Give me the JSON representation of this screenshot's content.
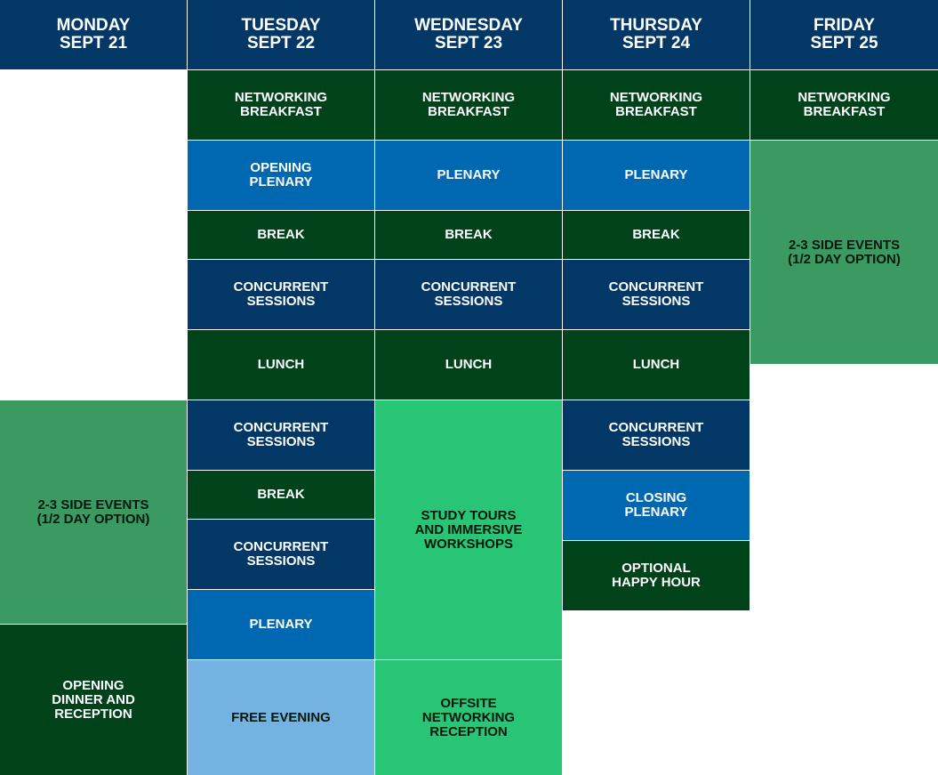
{
  "days": [
    {
      "day": "MONDAY",
      "date": "SEPT 21"
    },
    {
      "day": "TUESDAY",
      "date": "SEPT 22"
    },
    {
      "day": "WEDNESDAY",
      "date": "SEPT 23"
    },
    {
      "day": "THURSDAY",
      "date": "SEPT 24"
    },
    {
      "day": "FRIDAY",
      "date": "SEPT 25"
    }
  ],
  "monday": [
    "2-3 SIDE EVENTS\n(1/2 DAY OPTION)",
    "OPENING\nDINNER AND\nRECEPTION"
  ],
  "tuesday": [
    "NETWORKING\nBREAKFAST",
    "OPENING\nPLENARY",
    "BREAK",
    "CONCURRENT\nSESSIONS",
    "LUNCH",
    "CONCURRENT\nSESSIONS",
    "BREAK",
    "CONCURRENT\nSESSIONS",
    "PLENARY",
    "FREE EVENING"
  ],
  "wednesday": [
    "NETWORKING\nBREAKFAST",
    "PLENARY",
    "BREAK",
    "CONCURRENT\nSESSIONS",
    "LUNCH",
    "STUDY TOURS\nAND IMMERSIVE\nWORKSHOPS",
    "OFFSITE\nNETWORKING\nRECEPTION"
  ],
  "thursday": [
    "NETWORKING\nBREAKFAST",
    "PLENARY",
    "BREAK",
    "CONCURRENT\nSESSIONS",
    "LUNCH",
    "CONCURRENT\nSESSIONS",
    "CLOSING\nPLENARY",
    "OPTIONAL\nHAPPY HOUR"
  ],
  "friday": [
    "NETWORKING\nBREAKFAST",
    "2-3 SIDE EVENTS\n(1/2 DAY OPTION)"
  ],
  "colors": {
    "header": "#033766",
    "dark_green": "#004219",
    "blue": "#0067b1",
    "navy": "#033766",
    "light_green": "#3a9a62",
    "bright_green": "#29c576",
    "light_blue": "#74b3e1"
  }
}
